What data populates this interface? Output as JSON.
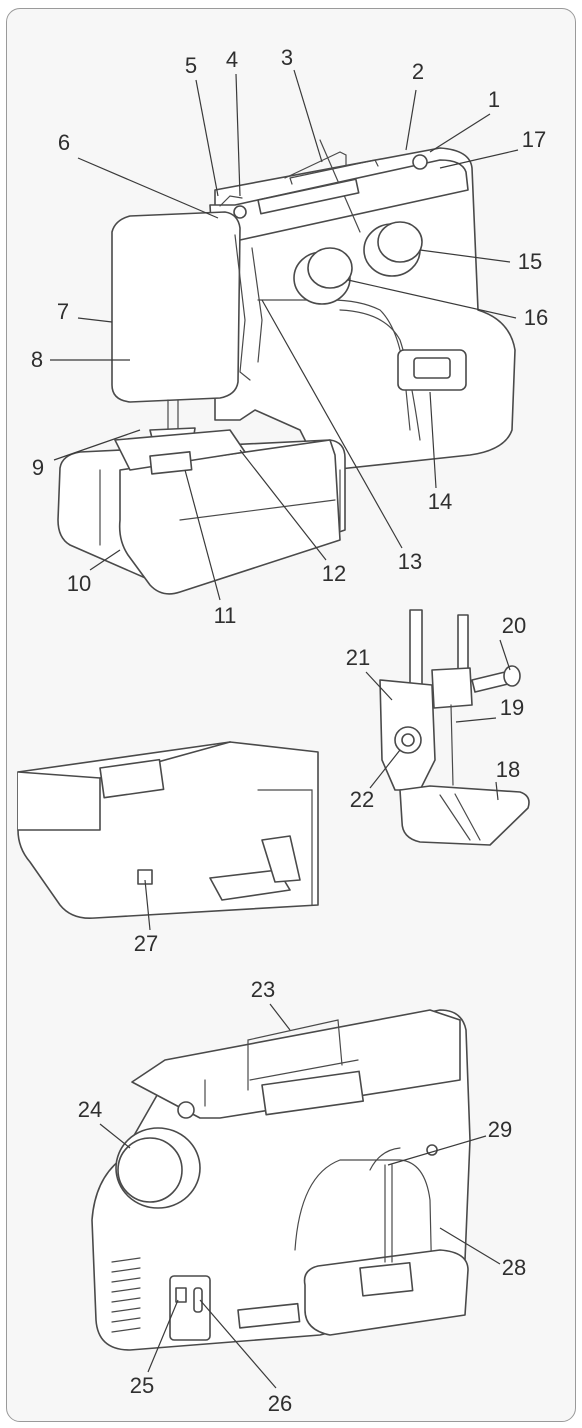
{
  "diagrams": {
    "front_view": {
      "labels": [
        "1",
        "2",
        "3",
        "4",
        "5",
        "6",
        "7",
        "8",
        "9",
        "10",
        "11",
        "12",
        "13",
        "14",
        "15",
        "16",
        "17"
      ]
    },
    "presser_foot_detail": {
      "labels": [
        "18",
        "19",
        "20",
        "21",
        "22"
      ]
    },
    "extension_table": {
      "labels": [
        "27"
      ]
    },
    "rear_view": {
      "labels": [
        "23",
        "24",
        "25",
        "26",
        "28",
        "29"
      ]
    }
  },
  "colors": {
    "line": "#4a4a4a",
    "panel_border": "#9a9a9a",
    "background": "#f7f7f7"
  }
}
